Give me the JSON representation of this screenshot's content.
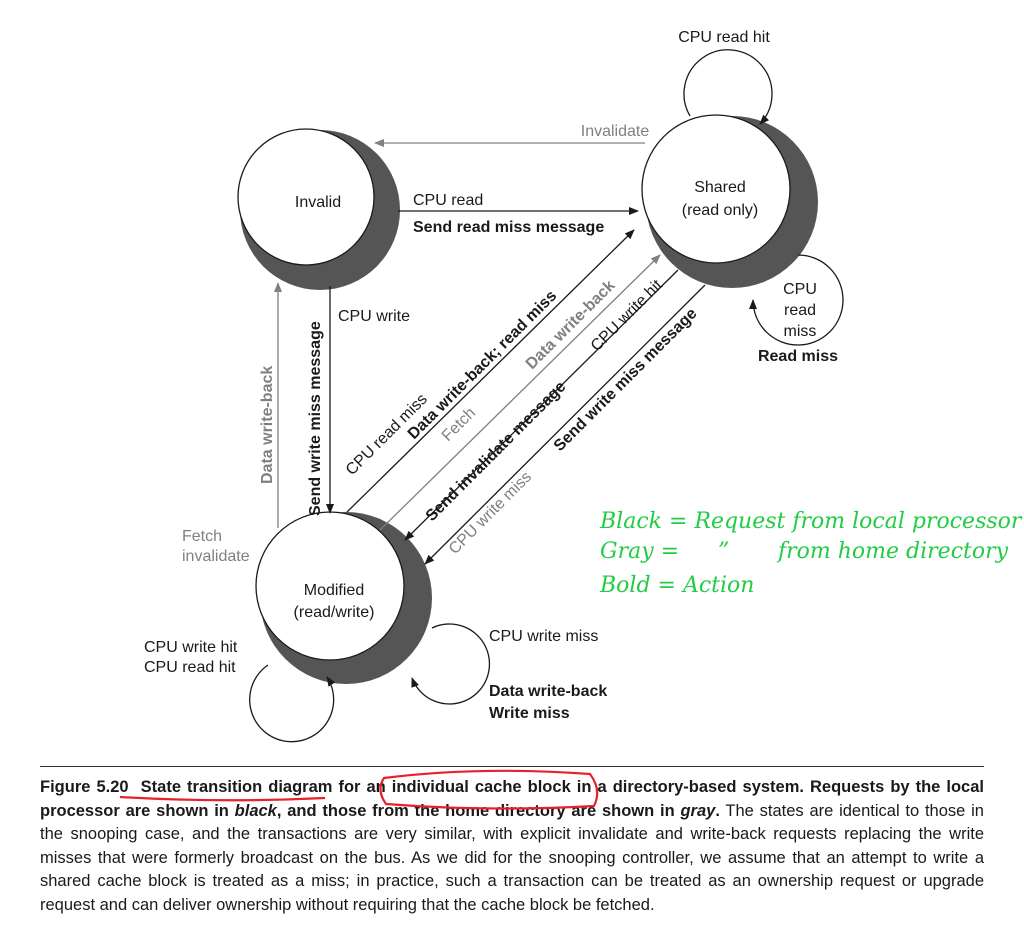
{
  "states": {
    "invalid": "Invalid",
    "shared_line1": "Shared",
    "shared_line2": "(read only)",
    "modified_line1": "Modified",
    "modified_line2": "(read/write)"
  },
  "labels": {
    "cpu_read_hit_top": "CPU read hit",
    "invalidate": "Invalidate",
    "cpu_read": "CPU read",
    "send_read_miss": "Send read miss message",
    "cpu_write": "CPU write",
    "send_write_miss_vertical": "Send write miss message",
    "data_write_back_vertical": "Data write-back",
    "fetch_invalidate_1": "Fetch",
    "fetch_invalidate_2": "invalidate",
    "cpu_read_miss_diag": "CPU read miss",
    "data_wb_read_miss": "Data write-back; read miss",
    "fetch_diag": "Fetch",
    "data_wb_gray": "Data write-back",
    "send_invalidate": "Send invalidate message",
    "cpu_write_hit_diag": "CPU write hit",
    "cpu_write_miss_diag": "CPU write miss",
    "send_write_miss_diag": "Send write miss message",
    "shared_loop_1": "CPU",
    "shared_loop_2": "read",
    "shared_loop_3": "miss",
    "read_miss": "Read miss",
    "mod_loop_left_1": "CPU write hit",
    "mod_loop_left_2": "CPU read hit",
    "mod_loop_right": "CPU write miss",
    "data_wb_action": "Data write-back",
    "write_miss_action": "Write miss"
  },
  "annotations": {
    "line1": "Black = Request from local processor",
    "line2_a": "Gray =",
    "line2_b": "”",
    "line2_c": "from home directory",
    "line3": "Bold = Action"
  },
  "caption": {
    "figure_label": "Figure 5.20",
    "bold_part": "State transition diagram for an individual cache block in a directory-based system. Requests by the local processor are shown in",
    "black_word": "black",
    "bold_mid": ", and those from the home directory are shown in",
    "gray_word": "gray",
    "bold_end": ".",
    "body": "The states are identical to those in the snooping case, and the transactions are very similar, with explicit invalidate and write-back requests replacing the write misses that were formerly broadcast on the bus. As we did for the snooping controller, we assume that an attempt to write a shared cache block is treated as a miss; in practice, such a transaction can be treated as an ownership request or upgrade request and can deliver ownership without requiring that the cache block be fetched."
  },
  "colors": {
    "black": "#1a1a1a",
    "gray": "#808080",
    "shadow": "#555555",
    "annotation_green": "#22cc44",
    "annotation_red": "#e8202a"
  }
}
